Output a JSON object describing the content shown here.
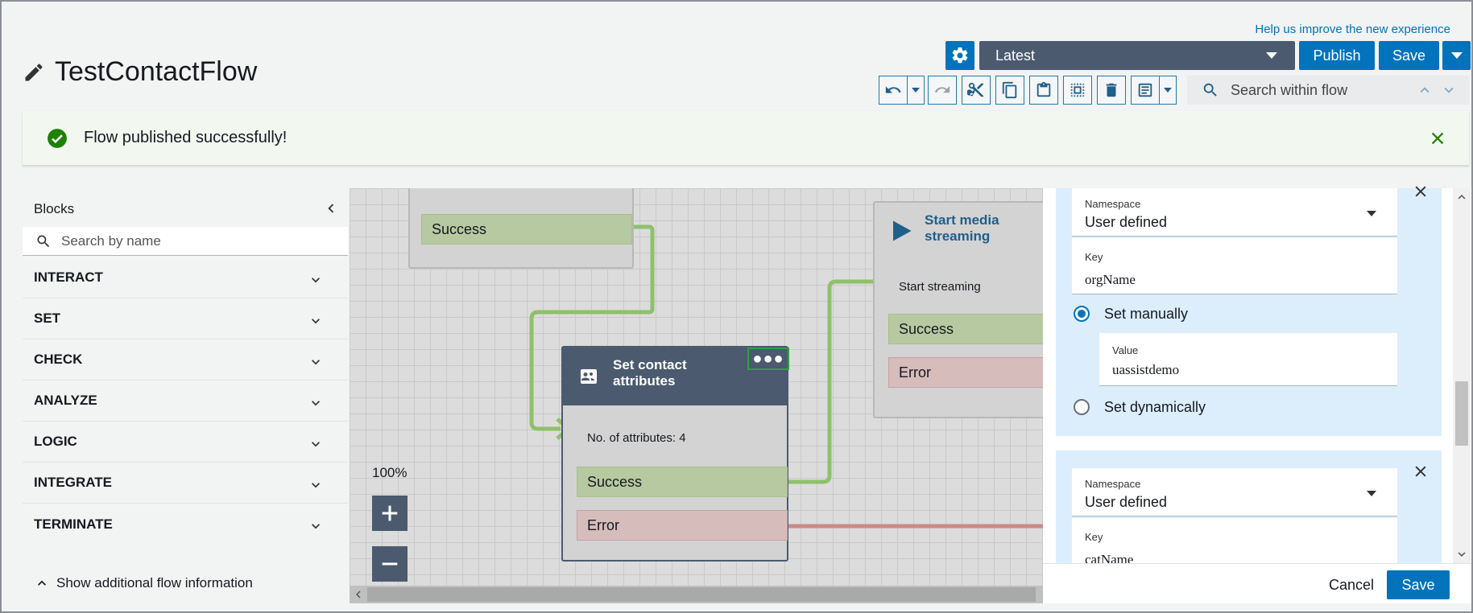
{
  "header": {
    "help_link": "Help us improve the new experience",
    "title": "TestContactFlow",
    "version": "Latest",
    "publish_label": "Publish",
    "save_label": "Save",
    "search_placeholder": "Search within flow"
  },
  "notification": {
    "message": "Flow published successfully!",
    "status_color": "#1d8102"
  },
  "sidebar": {
    "title": "Blocks",
    "search_placeholder": "Search by name",
    "categories": [
      "INTERACT",
      "SET",
      "CHECK",
      "ANALYZE",
      "LOGIC",
      "INTEGRATE",
      "TERMINATE"
    ],
    "show_more": "Show additional flow information"
  },
  "canvas": {
    "zoom": "100%",
    "top_node": {
      "success": "Success"
    },
    "set_contact_attributes": {
      "title": "Set contact attributes",
      "subtitle": "No. of attributes: 4",
      "success": "Success",
      "error": "Error"
    },
    "start_media_streaming": {
      "title": "Start media streaming",
      "subtitle": "Start streaming",
      "success": "Success",
      "error": "Error"
    }
  },
  "panel": {
    "attributes": [
      {
        "namespace_label": "Namespace",
        "namespace": "User defined",
        "key_label": "Key",
        "key": "orgName",
        "set_manually": "Set manually",
        "value_label": "Value",
        "value": "uassistdemo",
        "set_dynamically": "Set dynamically"
      },
      {
        "namespace_label": "Namespace",
        "namespace": "User defined",
        "key_label": "Key",
        "key": "catName"
      }
    ],
    "cancel_label": "Cancel",
    "save_label": "Save"
  },
  "colors": {
    "accent": "#0073bb",
    "node_header": "#4b5a6e",
    "success_line": "#8fc06a",
    "error_line": "#c98a8a"
  }
}
